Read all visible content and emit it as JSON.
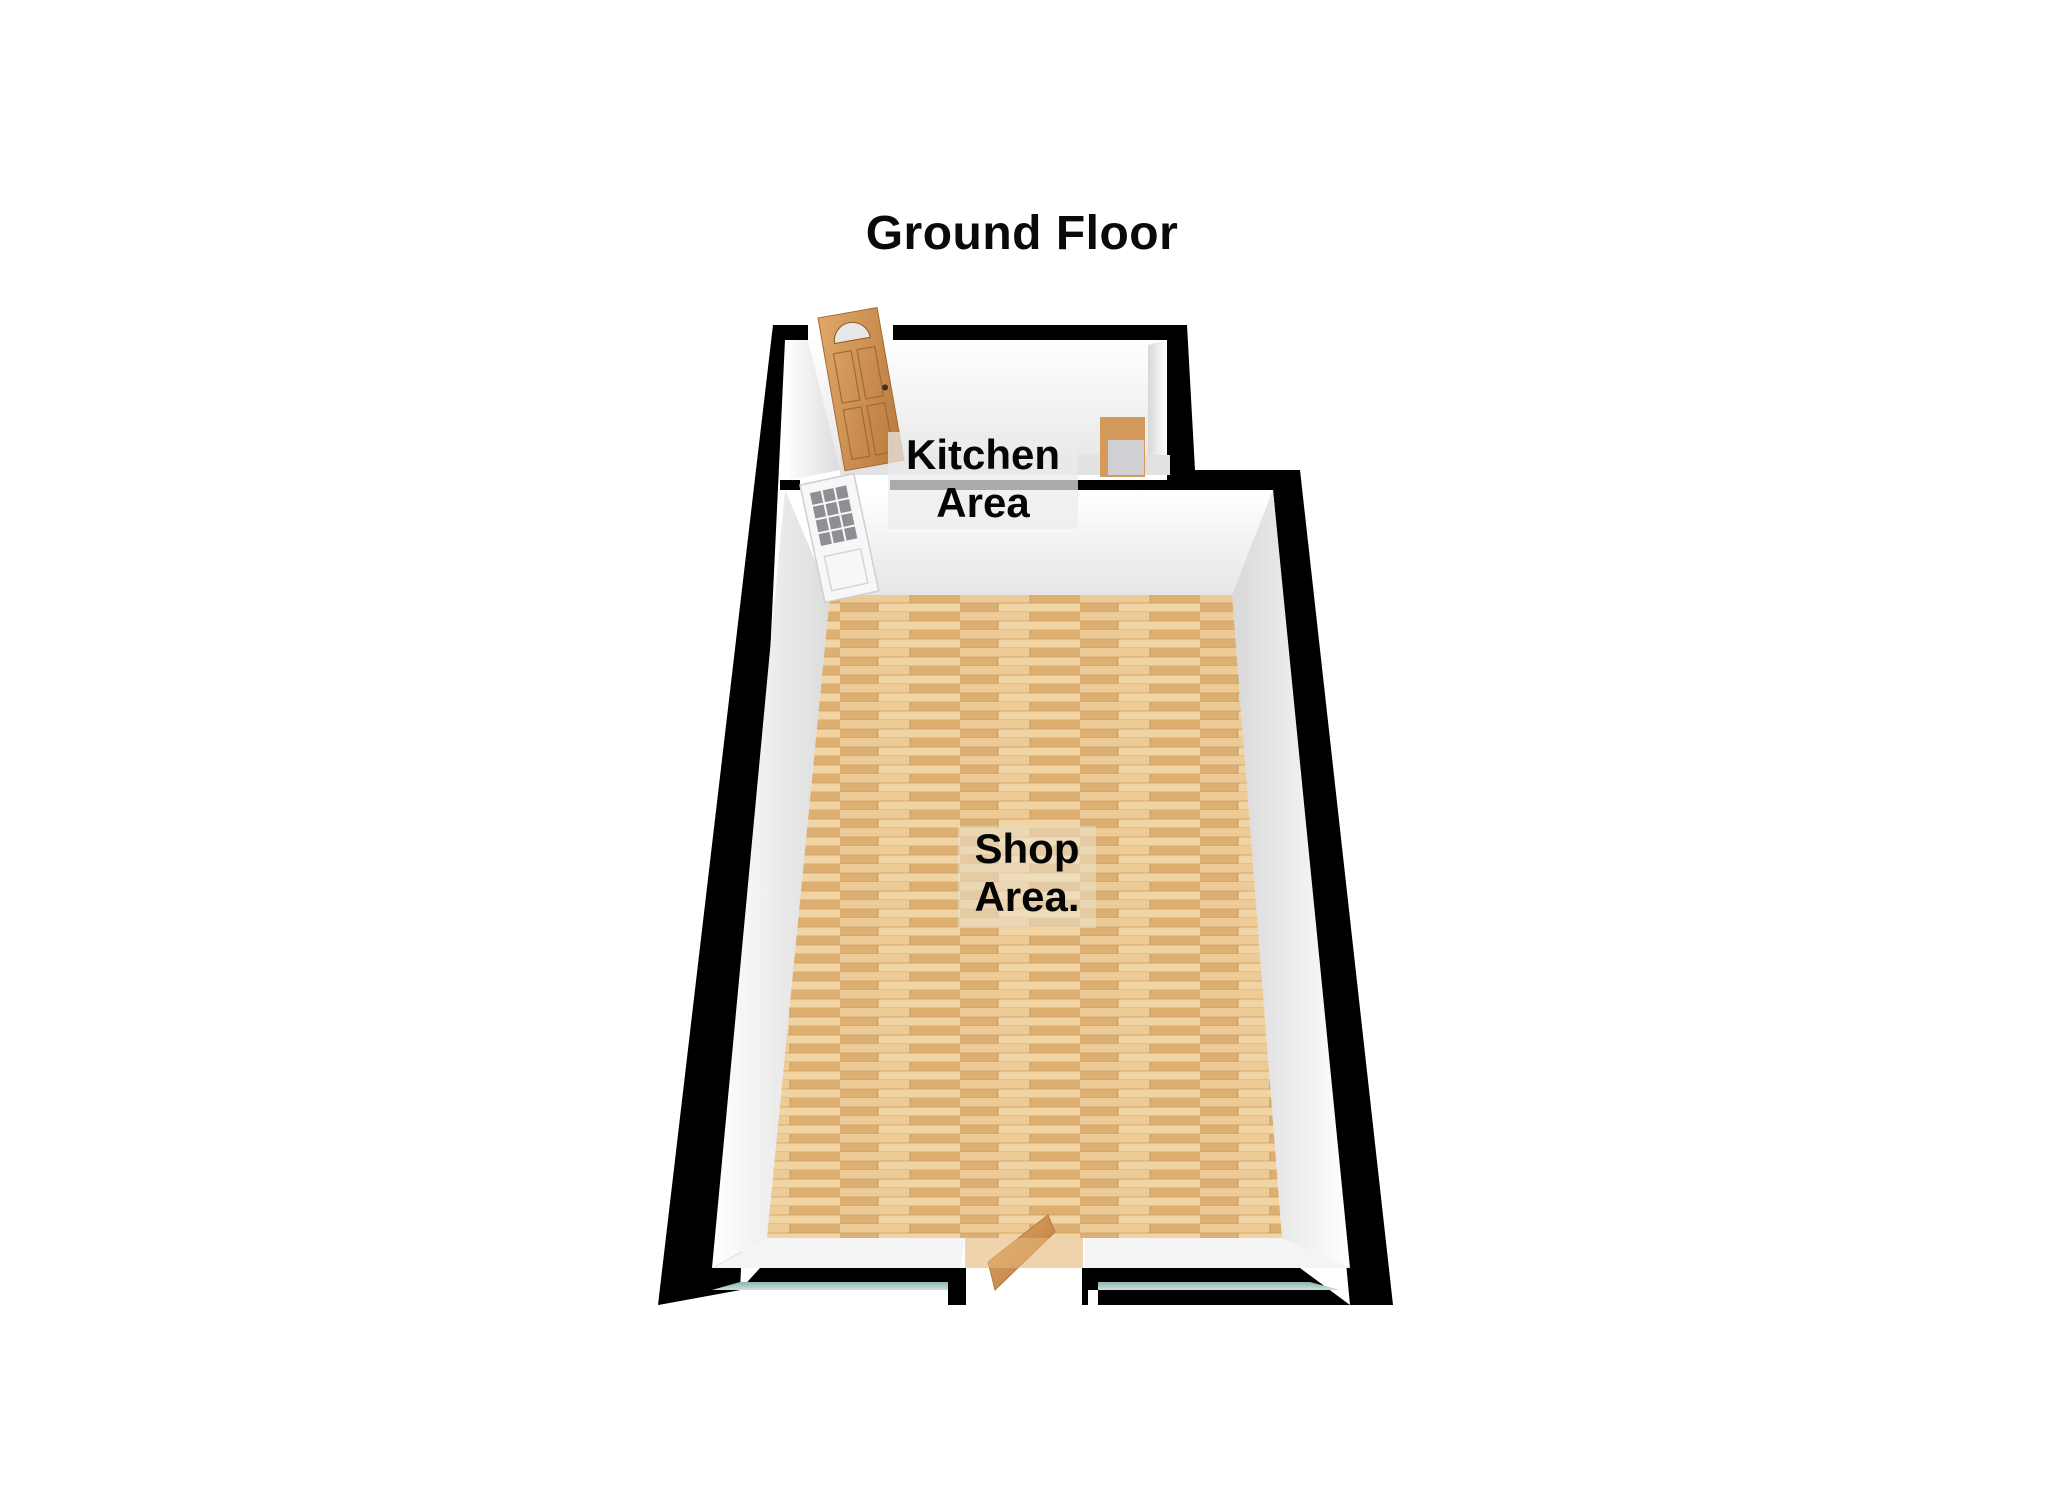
{
  "floor_title": "Ground Floor",
  "rooms": [
    {
      "name": "kitchen",
      "line1": "Kitchen",
      "line2": "Area"
    },
    {
      "name": "shop",
      "line1": "Shop",
      "line2": "Area."
    }
  ],
  "colors": {
    "wall": "#000000",
    "wall_face": "#f4f4f4",
    "floor_wood": "#e0b270",
    "window_glass": "#a9c9c4",
    "door_wood": "#c8894a",
    "background": "#ffffff"
  },
  "doors": [
    {
      "name": "kitchen-back-door",
      "style": "wood panel with fanlight"
    },
    {
      "name": "internal-glazed-door",
      "style": "white glazed"
    },
    {
      "name": "shop-front-door",
      "style": "wood"
    }
  ]
}
